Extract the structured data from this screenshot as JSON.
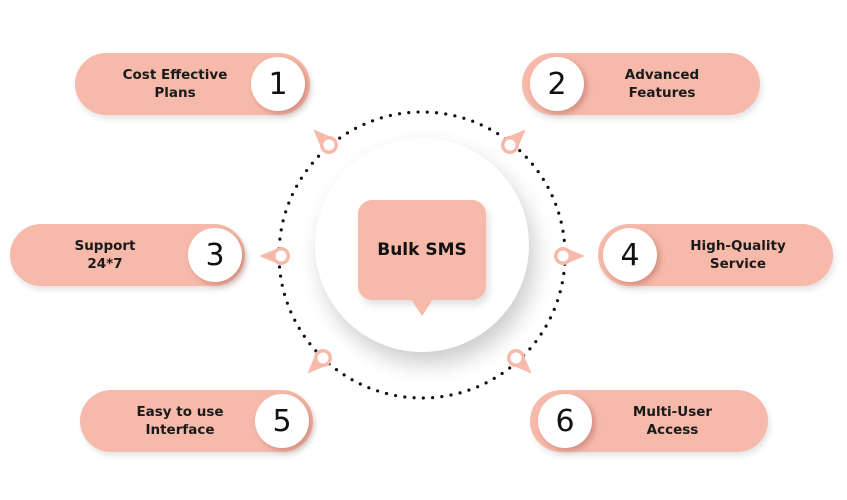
{
  "diagram": {
    "center": {
      "title": "Bulk SMS"
    },
    "accent_color": "#f6b9aa",
    "marker_icon": "map-pin-icon",
    "features": [
      {
        "number": "1",
        "label": "Cost Effective\nPlans"
      },
      {
        "number": "2",
        "label": "Advanced\nFeatures"
      },
      {
        "number": "3",
        "label": "Support\n24*7"
      },
      {
        "number": "4",
        "label": "High-Quality\nService"
      },
      {
        "number": "5",
        "label": "Easy to use\nInterface"
      },
      {
        "number": "6",
        "label": "Multi-User\nAccess"
      }
    ]
  }
}
